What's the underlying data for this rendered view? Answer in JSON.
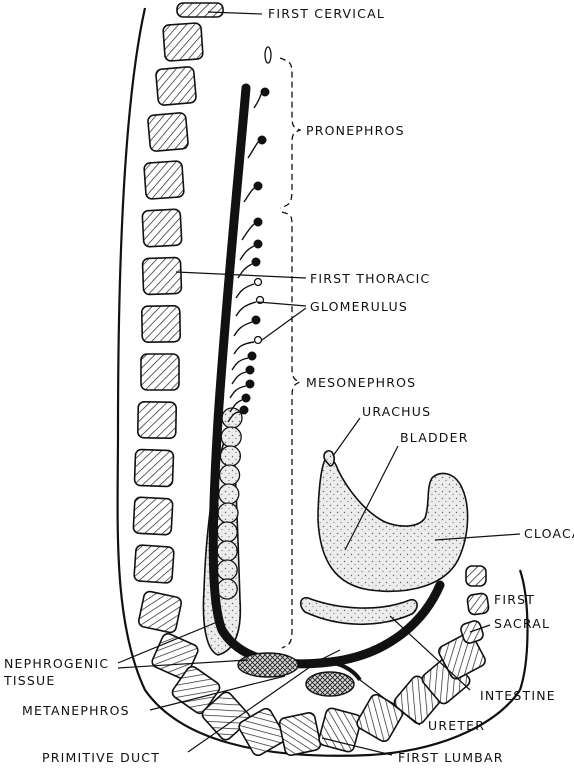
{
  "labels": {
    "first_cervical": "FIRST CERVICAL",
    "pronephros": "PRONEPHROS",
    "first_thoracic": "FIRST THORACIC",
    "glomerulus": "GLOMERULUS",
    "mesonephros": "MESONEPHROS",
    "urachus": "URACHUS",
    "bladder": "BLADDER",
    "cloaca": "CLOACA",
    "first_sacral_line1": "FIRST",
    "first_sacral_line2": "SACRAL",
    "nephrogenic_line1": "NEPHROGENIC",
    "nephrogenic_line2": "TISSUE",
    "metanephros": "METANEPHROS",
    "intestine": "INTESTINE",
    "ureter": "URETER",
    "primitive_duct": "PRIMITIVE DUCT",
    "first_lumbar": "FIRST LUMBAR"
  },
  "colors": {
    "ink": "#111111",
    "background": "#ffffff",
    "stipple": "#e6e6e6"
  }
}
